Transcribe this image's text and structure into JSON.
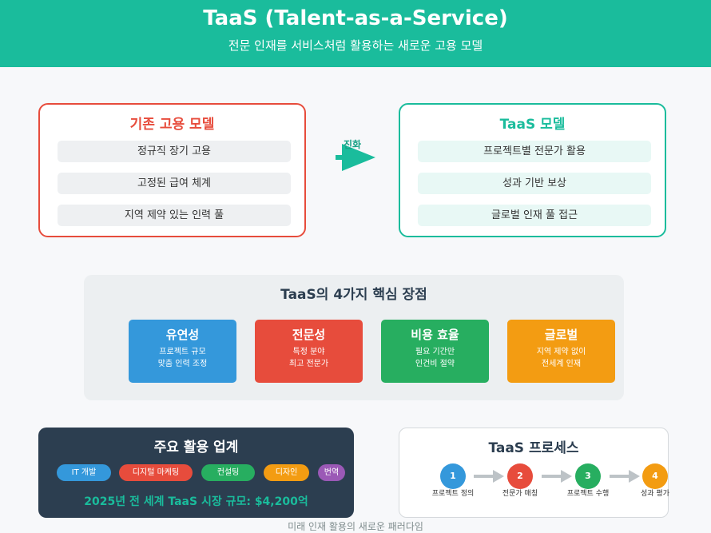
{
  "header": {
    "title": "TaaS (Talent-as-a-Service)",
    "subtitle": "전문 인재를 서비스처럼 활용하는 새로운 고용 모델"
  },
  "traditional_model": {
    "title": "기존 고용 모델",
    "items": [
      "정규직 장기 고용",
      "고정된 급여 체계",
      "지역 제약 있는 인력 풀"
    ]
  },
  "arrow_label": "진화",
  "taas_model": {
    "title": "TaaS 모델",
    "items": [
      "프로젝트별 전문가 활용",
      "성과 기반 보상",
      "글로벌 인재 풀 접근"
    ]
  },
  "advantages": {
    "title": "TaaS의 4가지 핵심 장점",
    "cards": [
      {
        "title": "유연성",
        "desc": "프로젝트 규모\n맞춤 인력 조정",
        "color": "#3498db"
      },
      {
        "title": "전문성",
        "desc": "특정 분야\n최고 전문가",
        "color": "#e74c3c"
      },
      {
        "title": "비용 효율",
        "desc": "필요 기간만\n인건비 절약",
        "color": "#27ae60"
      },
      {
        "title": "글로벌",
        "desc": "지역 제약 없이\n전세계 인재",
        "color": "#f39c12"
      }
    ]
  },
  "industries": {
    "title": "주요 활용 업계",
    "tags": [
      {
        "label": "IT 개발",
        "color": "#3498db"
      },
      {
        "label": "디지털 마케팅",
        "color": "#e74c3c"
      },
      {
        "label": "컨설팅",
        "color": "#27ae60"
      },
      {
        "label": "디자인",
        "color": "#f39c12"
      },
      {
        "label": "번역",
        "color": "#9b59b6"
      }
    ],
    "market_size": "2025년 전 세계 TaaS 시장 규모: $4,200억"
  },
  "process": {
    "title": "TaaS 프로세스",
    "steps": [
      {
        "number": "1",
        "label": "프로젝트 정의",
        "color": "#3498db"
      },
      {
        "number": "2",
        "label": "전문가 매칭",
        "color": "#e74c3c"
      },
      {
        "number": "3",
        "label": "프로젝트 수행",
        "color": "#27ae60"
      },
      {
        "number": "4",
        "label": "성과 평가",
        "color": "#f39c12"
      }
    ]
  },
  "footer": "미래 인재 활용의 새로운 패러다임"
}
